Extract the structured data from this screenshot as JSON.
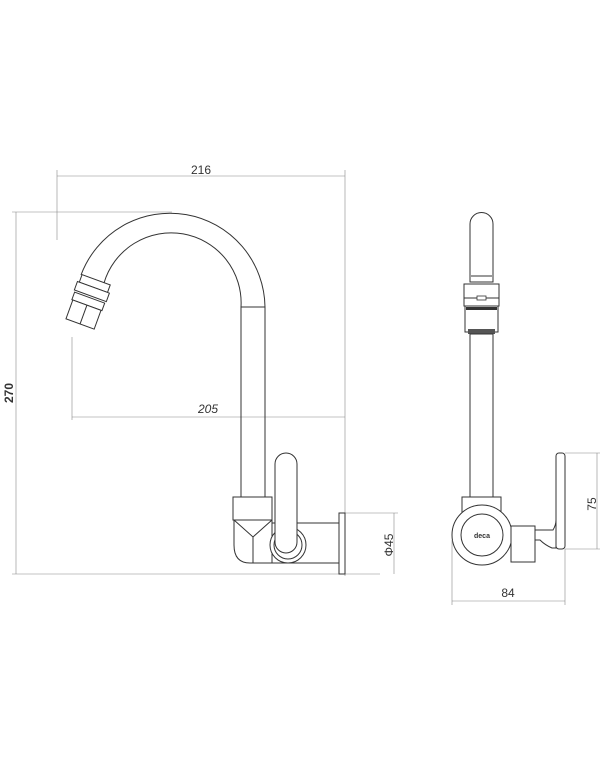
{
  "drawing": {
    "front_view": {
      "dim_overall_width": "216",
      "dim_overall_height": "270",
      "dim_reach": "205",
      "dim_flange_diameter": "Φ45"
    },
    "side_view": {
      "dim_handle_height": "75",
      "dim_depth": "84",
      "brand_mark": "deca"
    },
    "line_color": "#333333",
    "dimension_color": "#888888"
  }
}
